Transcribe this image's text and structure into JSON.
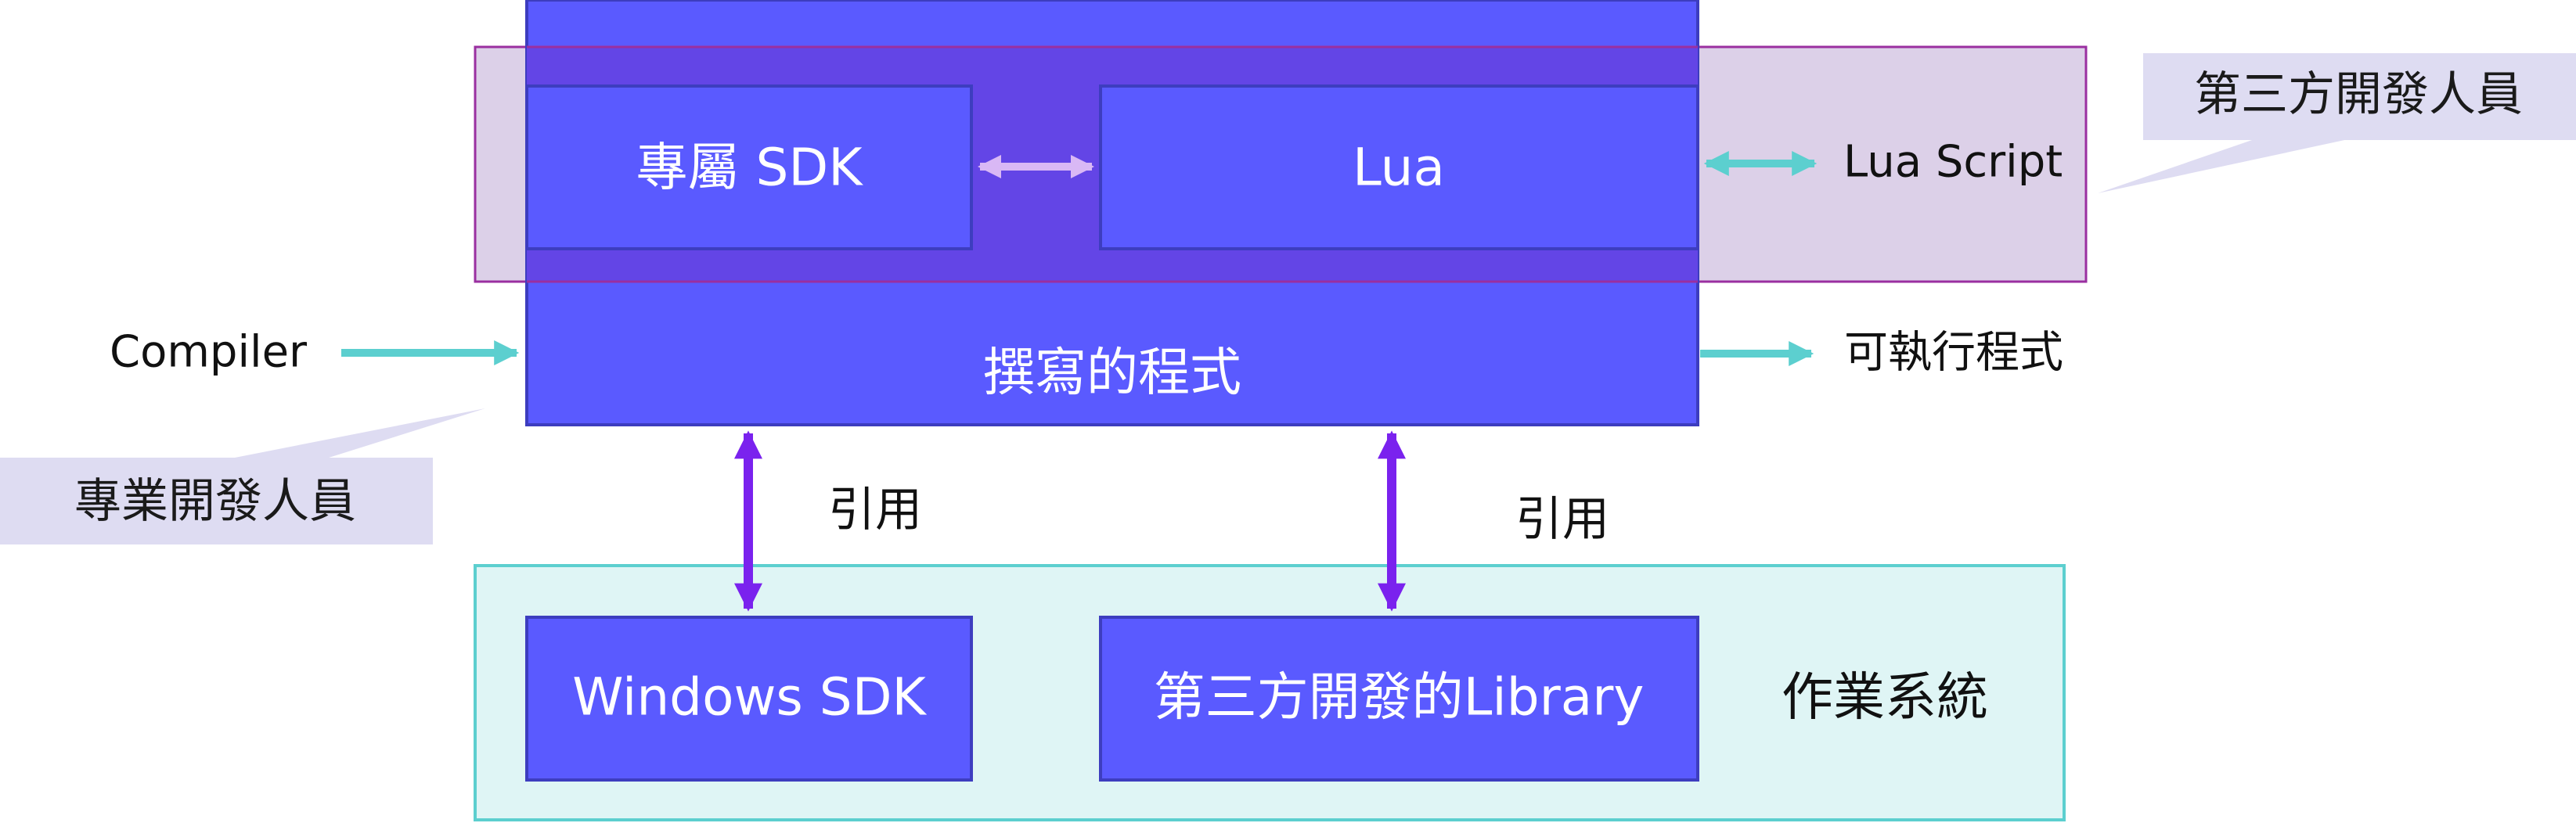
{
  "diagram": {
    "program_box": {
      "label": "撰寫的程式"
    },
    "proprietary_sdk": {
      "label": "專屬 SDK"
    },
    "lua_box": {
      "label": "Lua"
    },
    "windows_sdk": {
      "label": "Windows SDK"
    },
    "third_party_library": {
      "label": "第三方開發的Library"
    },
    "os_region": {
      "label": "作業系統"
    },
    "compiler": {
      "label": "Compiler"
    },
    "executable": {
      "label": "可執行程式"
    },
    "lua_script": {
      "label": "Lua Script"
    },
    "reference_left": {
      "label": "引用"
    },
    "reference_right": {
      "label": "引用"
    },
    "professional_dev": {
      "label": "專業開發人員"
    },
    "third_party_dev": {
      "label": "第三方開發人員"
    }
  },
  "colors": {
    "box_fill": "#5a5aff",
    "box_border": "#3d3dbf",
    "overlay_fill": "#dcd0e8",
    "overlay_border": "#9a2fa0",
    "overlay_blend": "#6345e6",
    "os_fill": "#dff5f5",
    "os_border": "#5ccfcf",
    "teal_arrow": "#5ccfcf",
    "purple_arrow": "#7a22ee",
    "lavender_arrow": "#d9b8f5",
    "callout_fill": "#dedcf2"
  }
}
